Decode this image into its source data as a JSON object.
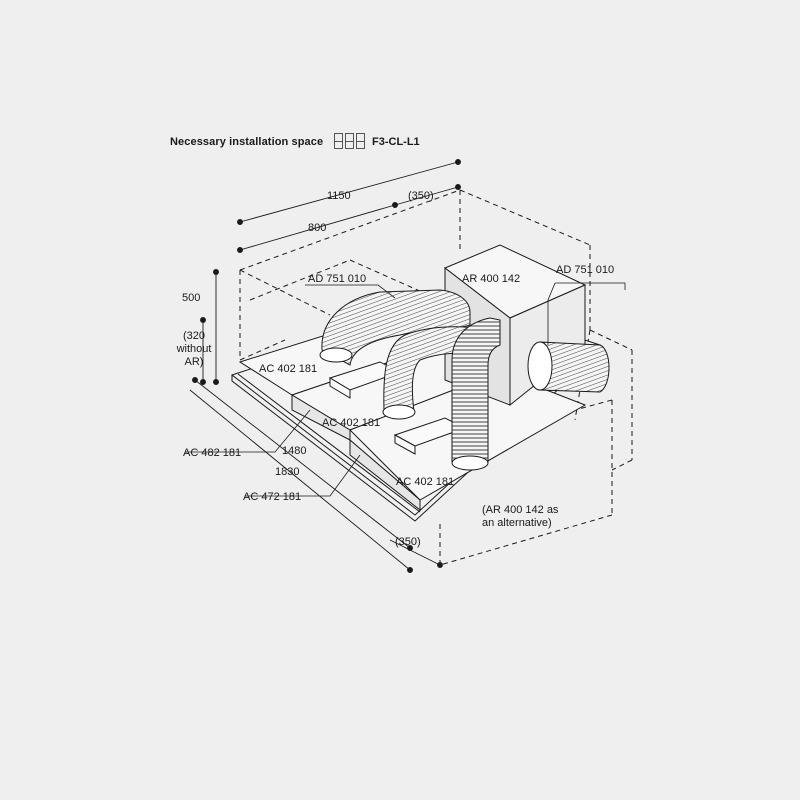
{
  "header": {
    "title": "Necessary installation space",
    "model": "F3-CL-L1"
  },
  "dimensions": {
    "width_total": "1150",
    "width_extra_top": "(350)",
    "width_main": "800",
    "height": "500",
    "height_alt_line1": "(320",
    "height_alt_line2": "without",
    "height_alt_line3": "AR)",
    "length_main": "1480",
    "length_total": "1830",
    "length_extra": "(350)"
  },
  "parts": {
    "ad_left": "AD 751 010",
    "ar_top": "AR 400 142",
    "ad_right": "AD 751 010",
    "ac_402_a": "AC 402 181",
    "ac_402_b": "AC 402 181",
    "ac_402_c": "AC 402 181",
    "ac_482": "AC 482 181",
    "ac_472": "AC 472 181",
    "ar_alt_line1": "(AR 400 142 as",
    "ar_alt_line2": "an alternative)"
  },
  "colors": {
    "background": "#efefef",
    "line": "#1a1a1a",
    "panel": "#f2f2f2"
  }
}
